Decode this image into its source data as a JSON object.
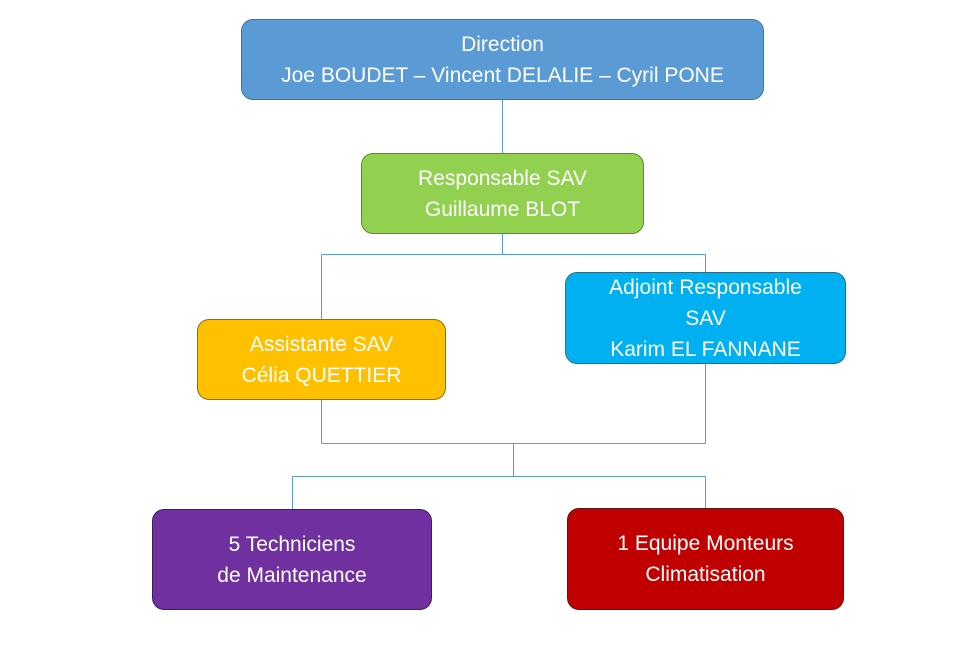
{
  "colors": {
    "connector": "#5b9bd5",
    "direction": "#5b9bd5",
    "responsable": "#92d050",
    "assistante": "#ffc000",
    "adjoint": "#00b0f0",
    "techniciens": "#7030a0",
    "monteurs": "#c00000"
  },
  "nodes": {
    "direction": {
      "line1": "Direction",
      "line2": "Joe BOUDET – Vincent DELALIE – Cyril PONE"
    },
    "responsable": {
      "line1": "Responsable SAV",
      "line2": "Guillaume BLOT"
    },
    "assistante": {
      "line1": "Assistante SAV",
      "line2": "Célia QUETTIER"
    },
    "adjoint": {
      "line1": "Adjoint Responsable",
      "line2": "SAV",
      "line3": "Karim EL FANNANE"
    },
    "techniciens": {
      "line1": "5 Techniciens",
      "line2": "de Maintenance"
    },
    "monteurs": {
      "line1": "1 Equipe Monteurs",
      "line2": "Climatisation"
    }
  }
}
